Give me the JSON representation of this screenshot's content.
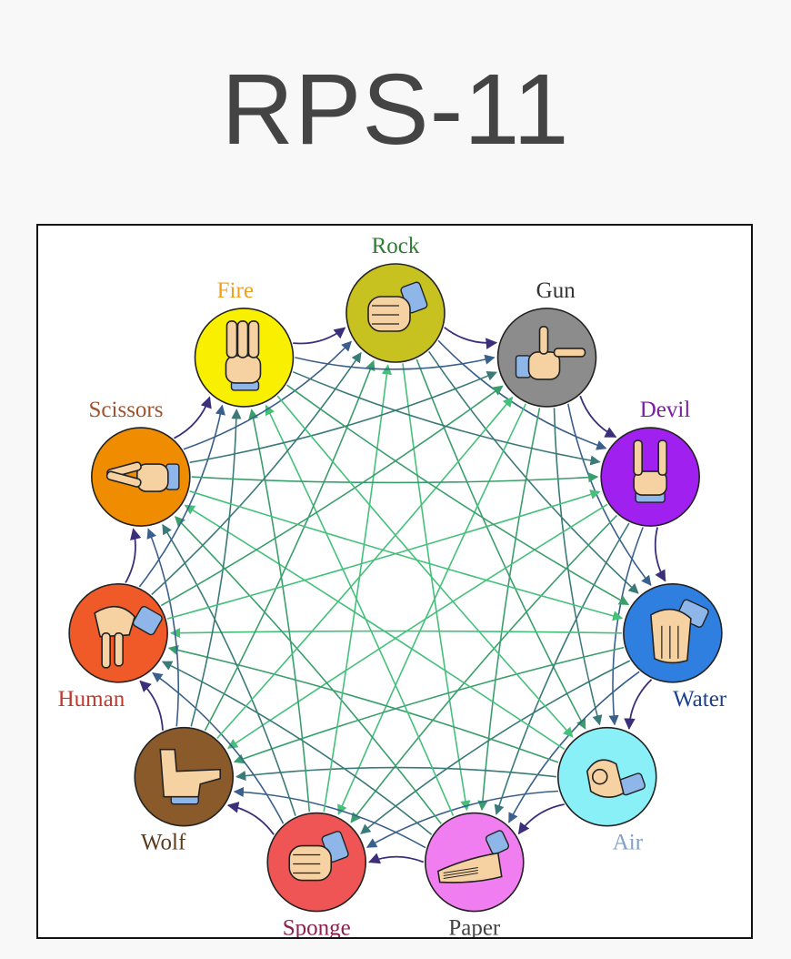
{
  "page": {
    "title": "RPS-11"
  },
  "diagram": {
    "nodes": [
      {
        "name": "Rock",
        "color": "#c8c220",
        "label_color": "#2e7d32",
        "hand": "fist"
      },
      {
        "name": "Gun",
        "color": "#8c8c8c",
        "label_color": "#333333",
        "hand": "gun"
      },
      {
        "name": "Devil",
        "color": "#a020f0",
        "label_color": "#7b1fa2",
        "hand": "horns"
      },
      {
        "name": "Water",
        "color": "#2e7fe0",
        "label_color": "#1a3f8f",
        "hand": "cupped"
      },
      {
        "name": "Air",
        "color": "#8af0f8",
        "label_color": "#7fa0c8",
        "hand": "ok"
      },
      {
        "name": "Paper",
        "color": "#f07ef0",
        "label_color": "#444444",
        "hand": "flat"
      },
      {
        "name": "Sponge",
        "color": "#f05555",
        "label_color": "#8e1f4f",
        "hand": "squeeze"
      },
      {
        "name": "Wolf",
        "color": "#8b5a2b",
        "label_color": "#5a3a1a",
        "hand": "wolf"
      },
      {
        "name": "Human",
        "color": "#f05a28",
        "label_color": "#c0392b",
        "hand": "legs"
      },
      {
        "name": "Scissors",
        "color": "#f08c00",
        "label_color": "#a0522d",
        "hand": "scissors"
      },
      {
        "name": "Fire",
        "color": "#f8f000",
        "label_color": "#f0a020",
        "hand": "fingers"
      }
    ],
    "edge_colors": {
      "adjacent": "#3b2f7a",
      "step2": "#3a5f8a",
      "step3": "#3a7a78",
      "step4": "#3a9e6c",
      "step5": "#44c07a"
    }
  }
}
